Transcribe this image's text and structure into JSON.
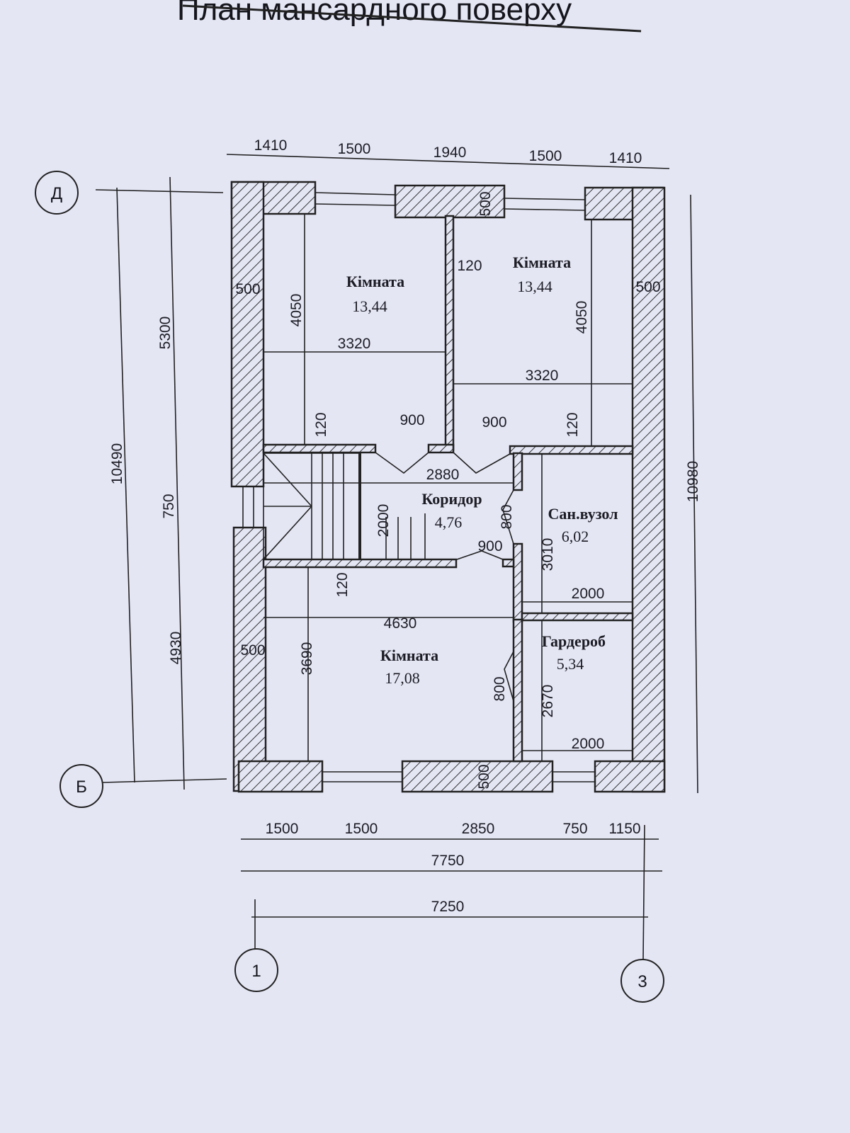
{
  "title": "План мансардного поверху",
  "axes": {
    "top": "Д",
    "bottom": "Б",
    "left": "1",
    "right": "3"
  },
  "rooms": [
    {
      "name": "Кімната",
      "area": "13,44"
    },
    {
      "name": "Кімната",
      "area": "13,44"
    },
    {
      "name": "Коридор",
      "area": "4,76"
    },
    {
      "name": "Сан.вузол",
      "area": "6,02"
    },
    {
      "name": "Кімната",
      "area": "17,08"
    },
    {
      "name": "Гардероб",
      "area": "5,34"
    }
  ],
  "dims": {
    "top": [
      "1410",
      "1500",
      "1940",
      "1500",
      "1410"
    ],
    "bottom_row1": [
      "1500",
      "1500",
      "2850",
      "750",
      "1150"
    ],
    "bottom_total_outer": "7750",
    "bottom_total_axes": "7250",
    "left_total": "10490",
    "left_parts": [
      "5300",
      "750",
      "4930"
    ],
    "right_total": "10980",
    "walls": {
      "w500": "500",
      "w120": "120"
    },
    "room1": {
      "h": "4050",
      "w": "3320"
    },
    "room2": {
      "h": "4050",
      "w": "3320"
    },
    "door": "900",
    "corridor": {
      "w": "2880",
      "h": "2000",
      "door800": "800"
    },
    "sanvuzol": {
      "h": "3010",
      "w": "2000"
    },
    "room3": {
      "w": "4630",
      "h": "3690"
    },
    "garderob": {
      "h": "2670",
      "w": "2000",
      "door800": "800"
    }
  }
}
